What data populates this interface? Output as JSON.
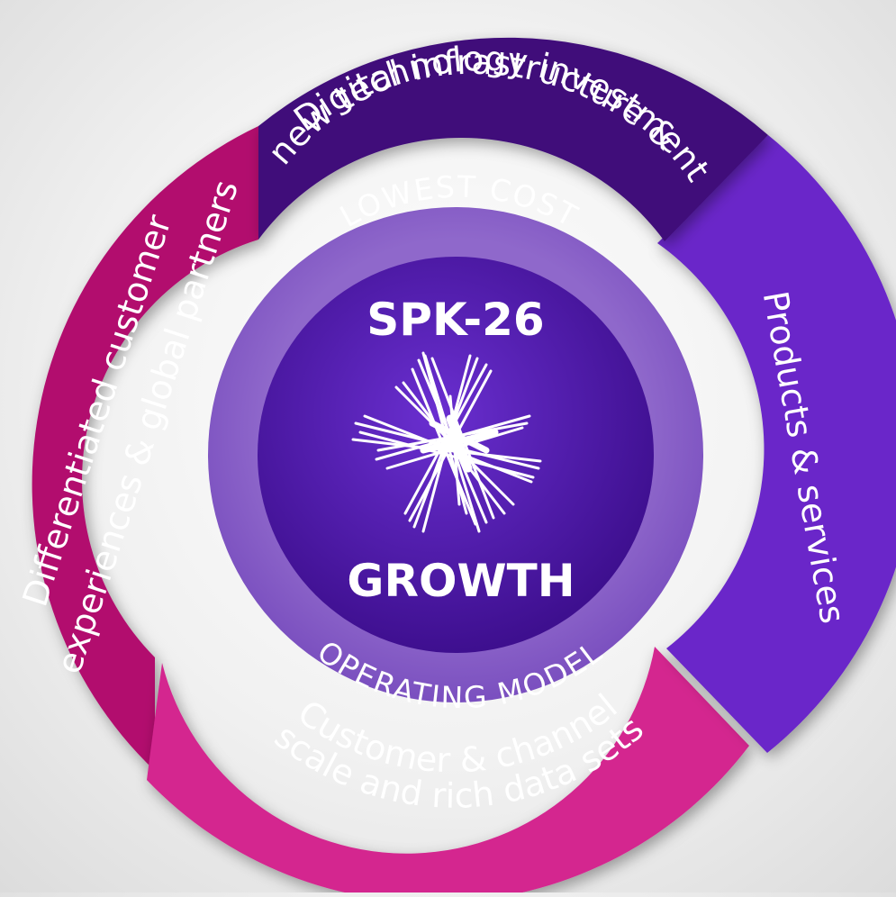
{
  "colors": {
    "segment_top": "#40107a",
    "segment_right": "#6a28c9",
    "segment_bottom": "#d4268f",
    "segment_left": "#b2116e",
    "ring": "#8a62c6",
    "core": "#4f17a8",
    "text": "#ffffff"
  },
  "segments": {
    "top": {
      "line1": "Digital infrastructure &",
      "line2": "new technology investment"
    },
    "right": {
      "line1": "Products & services"
    },
    "bottom": {
      "line1": "Customer & channel",
      "line2": "scale and rich data sets"
    },
    "left": {
      "line1": "Differentiated  customer",
      "line2": "experiences & global partners"
    }
  },
  "ring": {
    "top_label": "LOWEST COST",
    "bottom_label": "OPERATING MODEL"
  },
  "core": {
    "title": "SPK-26",
    "subtitle": "GROWTH",
    "logo_icon": "starburst-logo-icon"
  }
}
